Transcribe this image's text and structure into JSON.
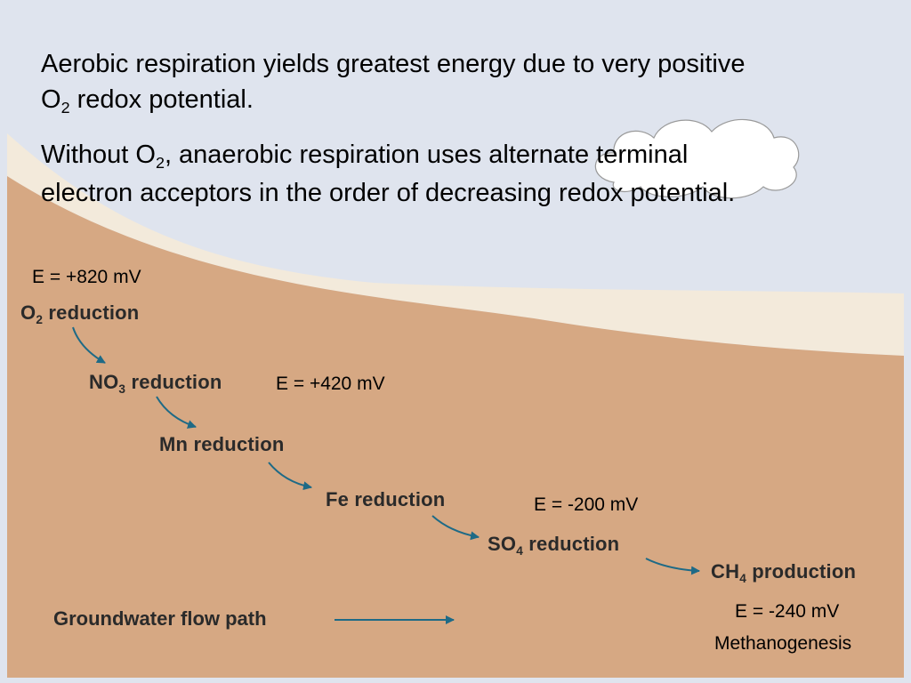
{
  "slide": {
    "para1": {
      "line1": "Aerobic respiration yields greatest energy due to very positive",
      "line2_pre": "O",
      "line2_sub": "2",
      "line2_post": " redox potential."
    },
    "para2": {
      "line1_pre": "Without O",
      "line1_sub": "2",
      "line1_post": ", anaerobic respiration uses alternate terminal",
      "line2": "electron acceptors in the order of decreasing redox potential."
    }
  },
  "diagram": {
    "energies": {
      "o2": "E = +820 mV",
      "no3": "E = +420 mV",
      "fe": "E = -200 mV",
      "ch4": "E = -240 mV"
    },
    "steps": {
      "o2": {
        "pre": "O",
        "sub": "2",
        "post": " reduction"
      },
      "no3": {
        "pre": "NO",
        "sub": "3",
        "post": " reduction"
      },
      "mn": {
        "text": "Mn reduction"
      },
      "fe": {
        "text": "Fe reduction"
      },
      "so4": {
        "pre": "SO",
        "sub": "4",
        "post": " reduction"
      },
      "ch4": {
        "pre": "CH",
        "sub": "4",
        "post": " production"
      }
    },
    "methanogenesis": "Methanogenesis",
    "groundwater": "Groundwater flow path"
  },
  "colors": {
    "sky": "#dfe4ee",
    "soil": "#d6a883",
    "topsoil": "#f3eadb",
    "arrow": "#1e6a86"
  }
}
